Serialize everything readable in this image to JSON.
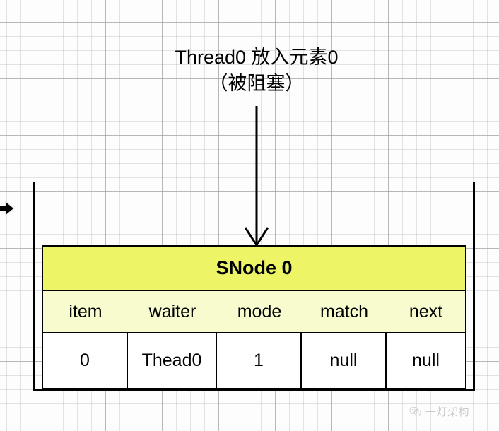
{
  "diagram": {
    "title": {
      "line1": "Thread0 放入元素0",
      "line2": "（被阻塞）"
    },
    "arrow": {
      "name": "downward-arrow",
      "direction": "down"
    },
    "container": {
      "name": "stack-container",
      "left_wall": "",
      "right_wall": "",
      "bottom_wall": ""
    },
    "left_connector": {
      "name": "incoming-connector-arrow",
      "direction": "right"
    },
    "node_table": {
      "header": "SNode 0",
      "columns": [
        "item",
        "waiter",
        "mode",
        "match",
        "next"
      ],
      "values": [
        "0",
        "Thead0",
        "1",
        "null",
        "null"
      ],
      "colors": {
        "header_fill": "#edf566",
        "column_fill": "#f8fbce",
        "value_fill": "#ffffff",
        "border": "#000000"
      }
    },
    "watermark": {
      "text": "一灯架构",
      "icon": "wechat-logo-icon"
    },
    "canvas": {
      "grid": "on",
      "minor_spacing": "20",
      "major_spacing": "80"
    }
  }
}
